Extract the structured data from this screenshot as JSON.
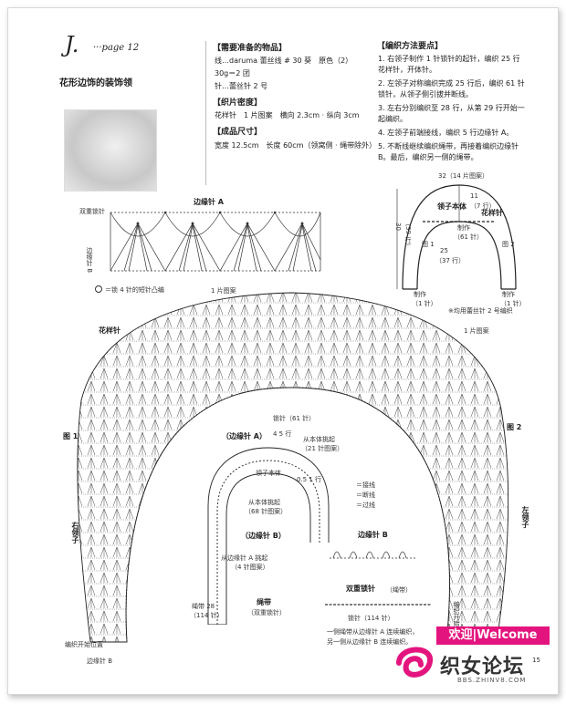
{
  "header": {
    "letter": "J.",
    "page_ref": "···page 12",
    "title": "花形边饰的装饰领"
  },
  "materials": {
    "heading": "【需要准备的物品】",
    "lines": [
      "线…daruma 蕾丝线 # 30 葵　原色（2）",
      "30g＝2 团",
      "针…蕾丝针 2 号"
    ]
  },
  "gauge": {
    "heading": "【织片密度】",
    "line": "花样针　1 片图案　横向 2.3cm · 纵向 3cm"
  },
  "size": {
    "heading": "【成品尺寸】",
    "line": "宽度 12.5cm　长度 60cm（领窝侧 · 绳带除外）"
  },
  "method": {
    "heading": "【编织方法要点】",
    "steps": [
      "1. 右领子制作 1 针锁针的起针，编织 25 行",
      "花样针，开体针。",
      "2. 左领子对称编织完成 25 行后，编织 61 针",
      "锁针，从领子侧引拔并断线。",
      "3. 左右分别编织至 28 行，从第 29 行开始一",
      "起编织。",
      "4. 左领子前端接线，编织 5 行边缘针 A。",
      "5. 不断线继续编织绳带，再接着编织边缘针",
      "B。最后，编织另一侧的绳带。"
    ]
  },
  "labels": {
    "edging_a": "边缘针 A",
    "double_chain": "双重锁针",
    "edging_b_left": "边缘针 B",
    "legend_4st": "＝锁 4 针的短针凸编",
    "one_motif": "1 片图案",
    "pattern_stitch": "花样针",
    "one_motif_2": "1 片图案",
    "gauge_note": "※均用蕾丝针 2 号编织",
    "chain_61": "锁针（61 针）",
    "fig1": "图 1",
    "fig2": "图 2",
    "right_collar": "右领子",
    "left_collar": "左领子",
    "start_pos_left": "编织开始位置",
    "edging_b_bottom": "边缘针 B",
    "start_pos_right": "编织开始位置",
    "edging_a_bubble": "（边缘针 A）",
    "from_body": "从本体挑起",
    "st_21": "（21 针图案）",
    "rows_45": "4 5 行",
    "collar_body_small": "领子本体",
    "rows_05": "0.5 1 行",
    "pick_68": "从本体挑起",
    "st_68": "（68 针图案）",
    "edging_b_bubble": "（边缘针 B）",
    "from_edging_a": "从边缘针 A 挑起",
    "st_4": "（4 针图案）",
    "rope_28": "绳带 28",
    "st_114": "（114 针）",
    "rope": "绳带",
    "double_chain_paren": "（双重锁针）",
    "key_join": "＝接线",
    "key_cut": "＝断线",
    "key_slip": "＝过线",
    "edging_b_mid": "边缘针 B",
    "double_chain_rope": "双重锁针",
    "rope_paren": "（绳带）",
    "chain_114": "锁针（114 针）",
    "note1": "一侧绳带从边缘针 A 连续编织，",
    "note2": "另一侧从边缘针 B 连续编织。",
    "page_num": "15"
  },
  "schematic": {
    "width": "32（14 片图案）",
    "height": "30",
    "height_rows": "（39 行）",
    "body": "领子本体",
    "edging": "花样针",
    "rows_11": "11",
    "rows_11b": "（7 行）",
    "make_61": "制作",
    "make_61b": "（61 针）",
    "rows_25": "25",
    "rows_25b": "（37 行）",
    "fig1": "图 1",
    "fig2": "图 2",
    "make1": "制作",
    "make1b": "（1 针）",
    "make2": "制作",
    "make2b": "（1 针）"
  },
  "watermark": {
    "welcome": "欢迎|Welcome",
    "forum": "织女论坛",
    "url": "BBS.ZHINV8.COM"
  },
  "colors": {
    "line": "#222222",
    "brand": "#e4147e"
  }
}
